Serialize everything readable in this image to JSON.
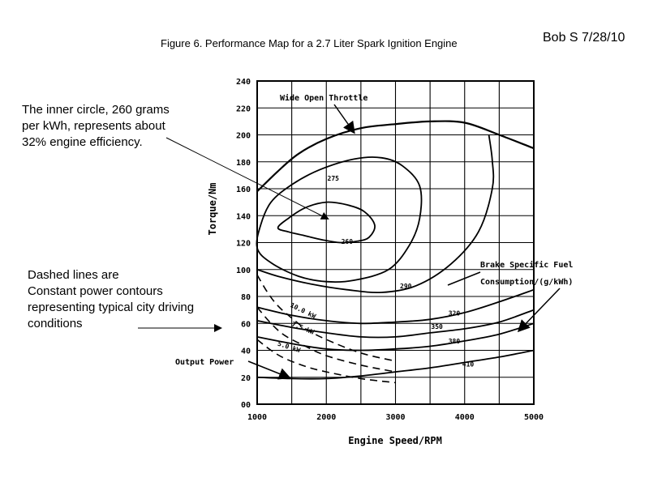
{
  "header": {
    "figure_title": "Figure 6.  Performance Map for a 2.7 Liter Spark Ignition Engine",
    "author": "Bob S 7/28/10"
  },
  "notes": {
    "circle_lines": [
      "The inner circle, 260 grams",
      "per kWh, represents about",
      "32% engine efficiency."
    ],
    "dashed_lines": [
      "Dashed lines are",
      "Constant power contours",
      "representing typical city driving",
      "conditions"
    ]
  },
  "chart_data": {
    "type": "line",
    "title": "Figure 6.  Performance Map for a 2.7 Liter Spark Ignition Engine",
    "xlabel": "Engine Speed/RPM",
    "ylabel": "Torque/Nm",
    "xlim": [
      1000,
      5000
    ],
    "ylim": [
      0,
      240
    ],
    "x_ticks": [
      "1000",
      "2000",
      "3000",
      "4000",
      "5000"
    ],
    "y_ticks": [
      "00",
      "20",
      "40",
      "60",
      "80",
      "100",
      "120",
      "140",
      "160",
      "180",
      "200",
      "220",
      "240"
    ],
    "grid": true,
    "wot": {
      "name": "Wide Open Throttle",
      "points": [
        [
          1000,
          158
        ],
        [
          1300,
          173
        ],
        [
          1600,
          186
        ],
        [
          2000,
          197
        ],
        [
          2500,
          205
        ],
        [
          3000,
          208
        ],
        [
          3500,
          210
        ],
        [
          4000,
          209
        ],
        [
          4500,
          200
        ],
        [
          5000,
          190
        ]
      ]
    },
    "bsfc_contours": [
      {
        "label": "260",
        "closed": true,
        "label_at": [
          2300,
          119
        ],
        "points": [
          [
            1300,
            131
          ],
          [
            1450,
            138
          ],
          [
            1700,
            146
          ],
          [
            2000,
            150
          ],
          [
            2300,
            148
          ],
          [
            2550,
            143
          ],
          [
            2700,
            133
          ],
          [
            2620,
            124
          ],
          [
            2450,
            121
          ],
          [
            2200,
            120
          ],
          [
            1950,
            122
          ],
          [
            1700,
            125
          ],
          [
            1450,
            128
          ]
        ]
      },
      {
        "label": "275",
        "closed": true,
        "label_at": [
          2100,
          166
        ],
        "points": [
          [
            1000,
            116
          ],
          [
            1050,
            133
          ],
          [
            1200,
            150
          ],
          [
            1500,
            163
          ],
          [
            1900,
            174
          ],
          [
            2400,
            182
          ],
          [
            2800,
            183
          ],
          [
            3100,
            177
          ],
          [
            3350,
            162
          ],
          [
            3350,
            138
          ],
          [
            3200,
            118
          ],
          [
            2900,
            100
          ],
          [
            2400,
            92
          ],
          [
            2000,
            91
          ],
          [
            1600,
            95
          ],
          [
            1200,
            105
          ]
        ]
      },
      {
        "label": "290",
        "closed": false,
        "label_at": [
          3150,
          86
        ],
        "points": [
          [
            1000,
            100
          ],
          [
            1300,
            95
          ],
          [
            1800,
            89
          ],
          [
            2300,
            85
          ],
          [
            2800,
            83
          ],
          [
            3300,
            88
          ],
          [
            3800,
            104
          ],
          [
            4200,
            128
          ],
          [
            4400,
            160
          ],
          [
            4400,
            181
          ],
          [
            4350,
            200
          ]
        ]
      },
      {
        "label": "320",
        "closed": false,
        "label_at": [
          3850,
          66
        ],
        "points": [
          [
            1000,
            72
          ],
          [
            1500,
            66
          ],
          [
            2000,
            62
          ],
          [
            2500,
            60
          ],
          [
            3000,
            61
          ],
          [
            3500,
            63
          ],
          [
            4000,
            68
          ],
          [
            4500,
            76
          ],
          [
            5000,
            85
          ]
        ]
      },
      {
        "label": "350",
        "closed": false,
        "label_at": [
          3600,
          56
        ],
        "points": [
          [
            1000,
            62
          ],
          [
            1500,
            57
          ],
          [
            2000,
            53
          ],
          [
            2500,
            50
          ],
          [
            3000,
            50
          ],
          [
            3500,
            53
          ],
          [
            4000,
            56
          ],
          [
            4500,
            61
          ],
          [
            5000,
            70
          ]
        ]
      },
      {
        "label": "380",
        "closed": false,
        "label_at": [
          3850,
          45
        ],
        "points": [
          [
            1000,
            50
          ],
          [
            1500,
            45
          ],
          [
            2000,
            41
          ],
          [
            2500,
            40
          ],
          [
            3000,
            41
          ],
          [
            3500,
            43
          ],
          [
            4000,
            47
          ],
          [
            4500,
            52
          ],
          [
            5000,
            60
          ]
        ]
      },
      {
        "label": "410",
        "closed": false,
        "label_at": [
          4050,
          28
        ],
        "points": [
          [
            1000,
            20
          ],
          [
            1500,
            19
          ],
          [
            2000,
            19
          ],
          [
            2500,
            21
          ],
          [
            3000,
            24
          ],
          [
            3500,
            27
          ],
          [
            4000,
            31
          ],
          [
            4500,
            35
          ],
          [
            5000,
            40
          ]
        ]
      }
    ],
    "power_contours": [
      {
        "label": "10.0 kW",
        "label_at": [
          1650,
          68
        ],
        "label_rot": 26,
        "points": [
          [
            1000,
            96
          ],
          [
            1150,
            83
          ],
          [
            1300,
            73
          ],
          [
            1500,
            64
          ],
          [
            1700,
            56
          ],
          [
            2000,
            48
          ],
          [
            2500,
            38
          ],
          [
            3000,
            32
          ]
        ]
      },
      {
        "label": "7.5 kW",
        "label_at": [
          1650,
          55
        ],
        "label_rot": 22,
        "points": [
          [
            1000,
            72
          ],
          [
            1200,
            60
          ],
          [
            1400,
            51
          ],
          [
            1700,
            43
          ],
          [
            2000,
            36
          ],
          [
            2500,
            29
          ],
          [
            3000,
            24
          ]
        ]
      },
      {
        "label": "5.0 kW",
        "label_at": [
          1450,
          41
        ],
        "label_rot": 18,
        "points": [
          [
            1000,
            48
          ],
          [
            1200,
            40
          ],
          [
            1400,
            34
          ],
          [
            1700,
            28
          ],
          [
            2000,
            24
          ],
          [
            2500,
            19
          ],
          [
            3000,
            16
          ]
        ]
      }
    ],
    "annotations": {
      "wot_label": "Wide Open Throttle",
      "bsfc_label": [
        "Brake Specific Fuel",
        "Consumption/(g/kWh)"
      ],
      "output_power_label": "Output Power"
    }
  }
}
